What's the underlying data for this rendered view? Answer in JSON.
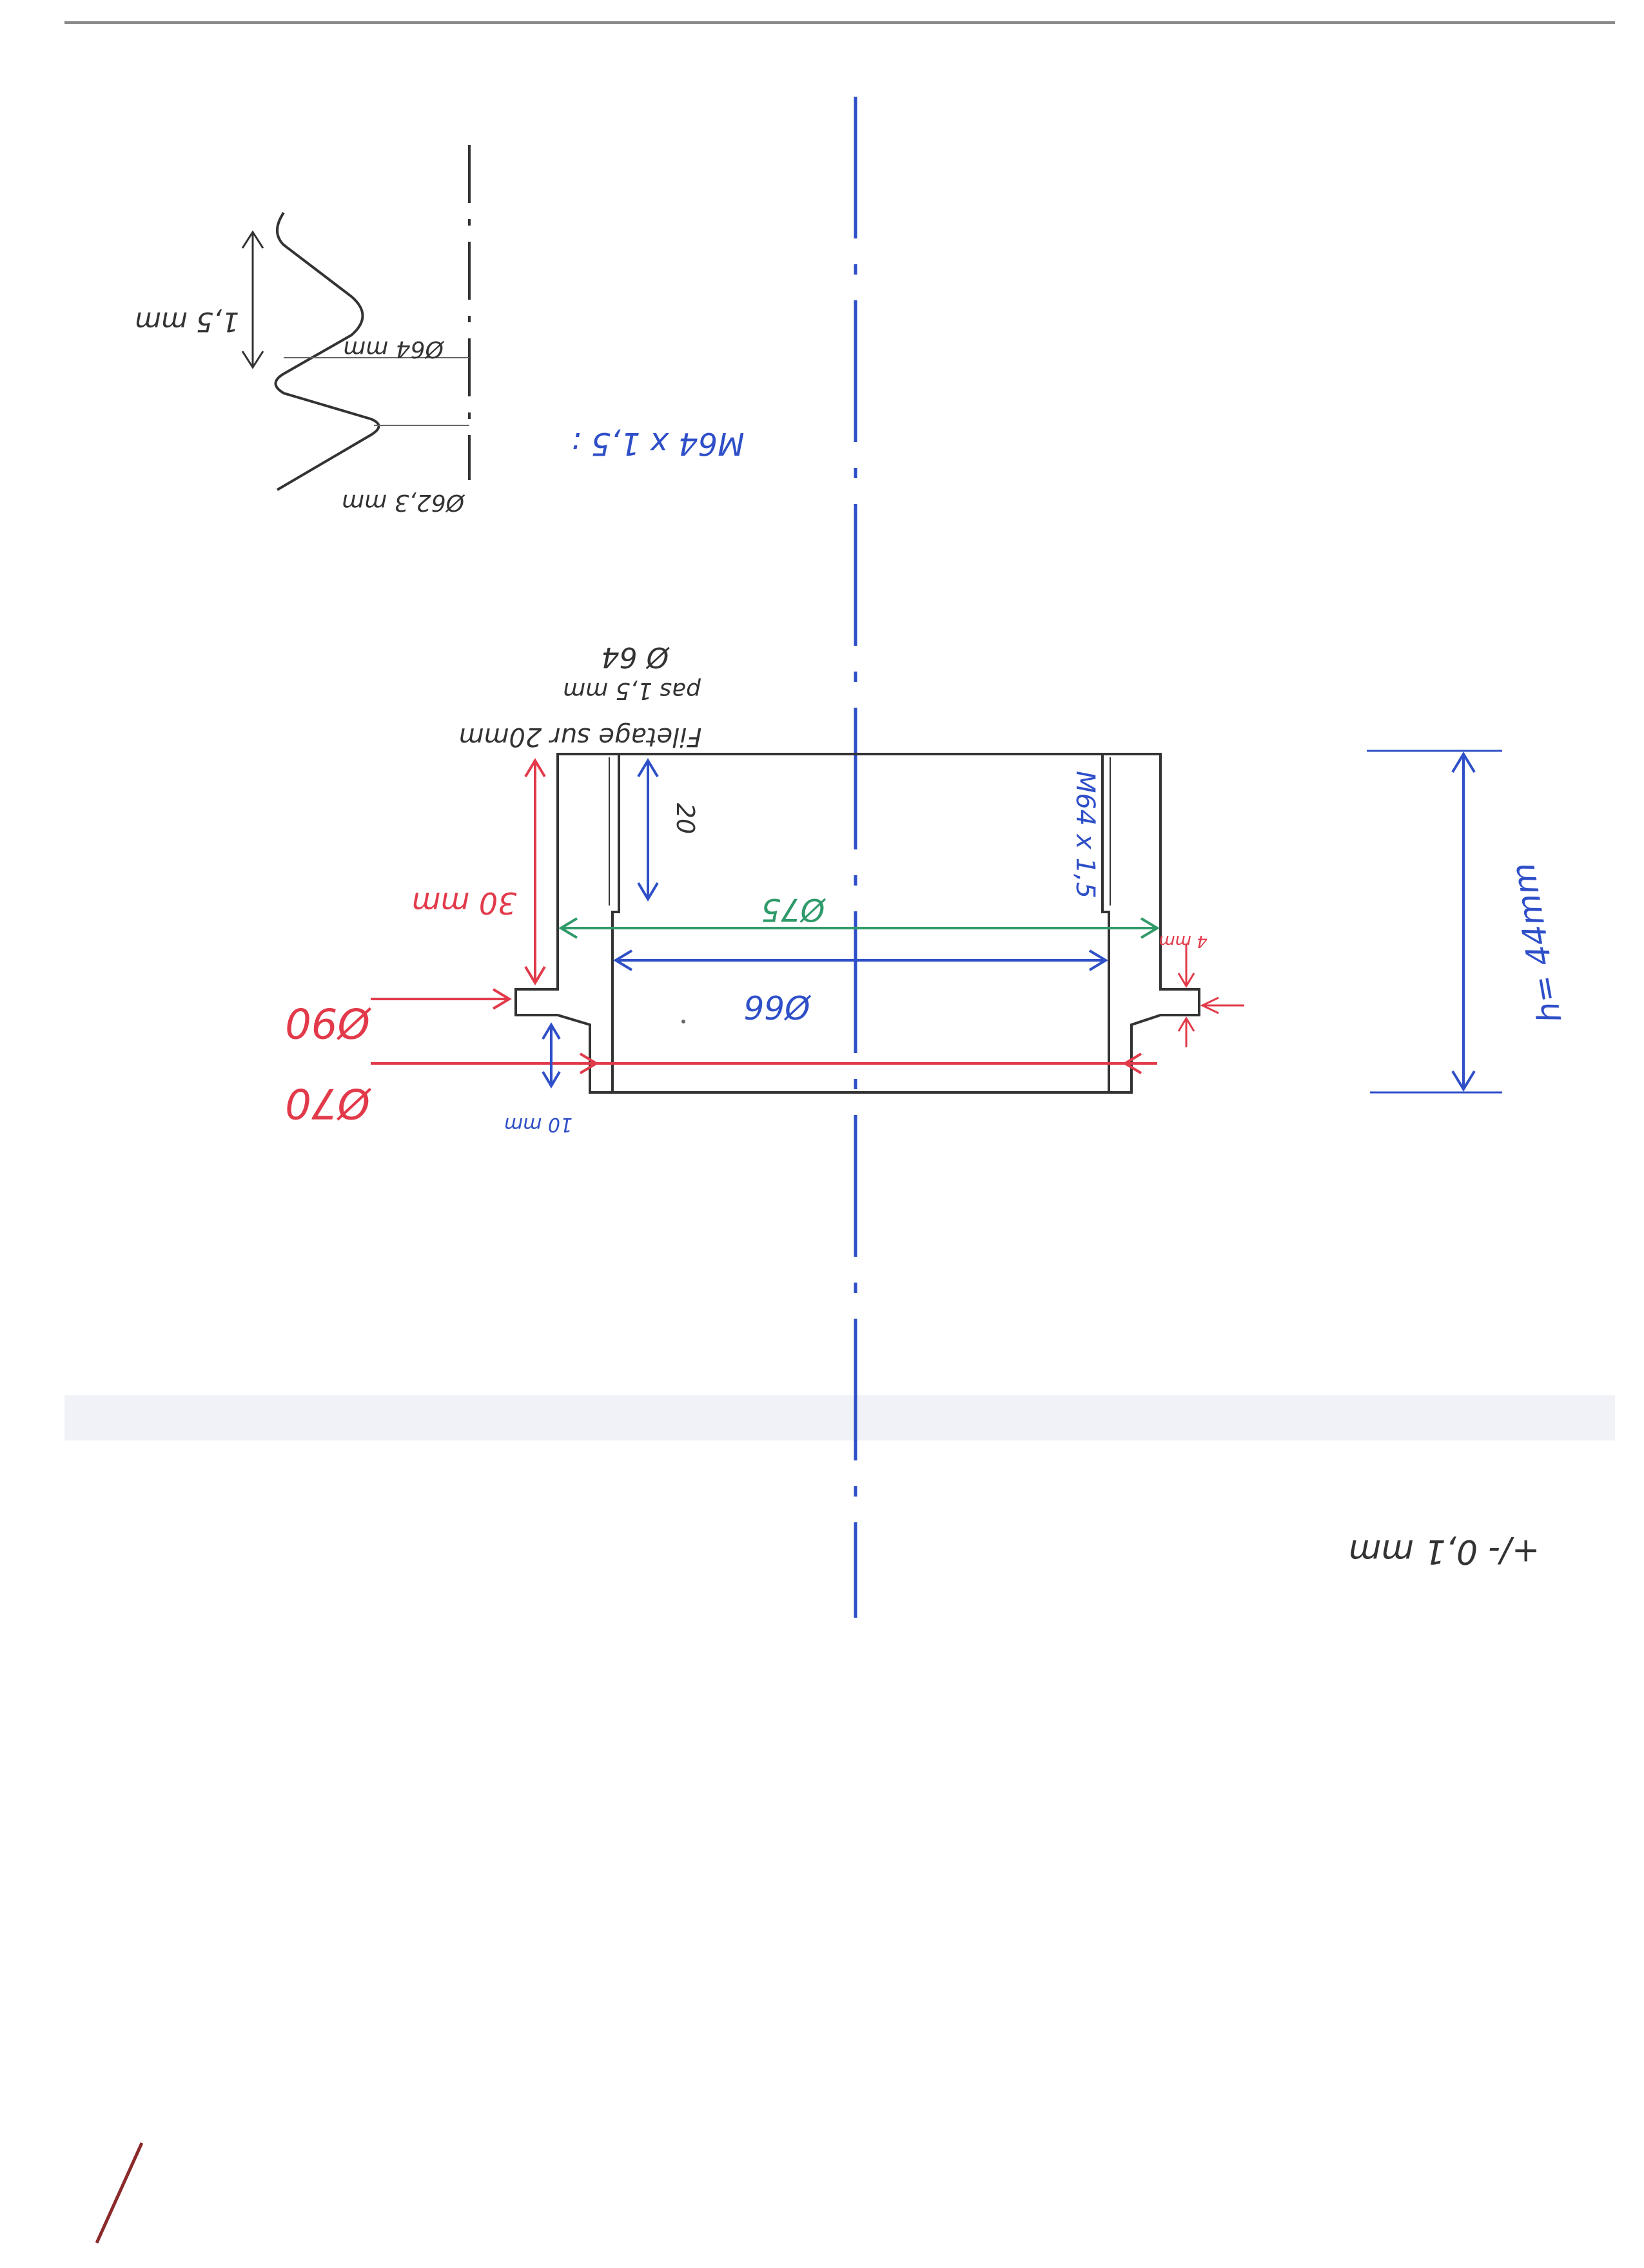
{
  "colors": {
    "pencil": "#444444",
    "blue": "#2f4fc8",
    "red": "#e23a4a",
    "green": "#2f9a6a",
    "background": "#ffffff"
  },
  "detail": {
    "pitch": "1,5 mm",
    "major_diameter": "Ø64 mm",
    "minor_diameter": "Ø62,3 mm",
    "thread_spec": "M64 x 1,5 :"
  },
  "part": {
    "threading_note": [
      "Filetage sur 20mm",
      "pas 1,5 mm",
      "Ø 64"
    ],
    "thread_depth": "20",
    "thread_label": "M64 x 1,5",
    "dia_75": "Ø75",
    "dia_66": "Ø66",
    "dia_90": "Ø90",
    "dia_70": "Ø70",
    "height_30": "30 mm",
    "flange_10": "10 mm",
    "flange_4": "4 mm",
    "total_height": "h= 44mm"
  },
  "tolerance": "+/- 0,1 mm"
}
